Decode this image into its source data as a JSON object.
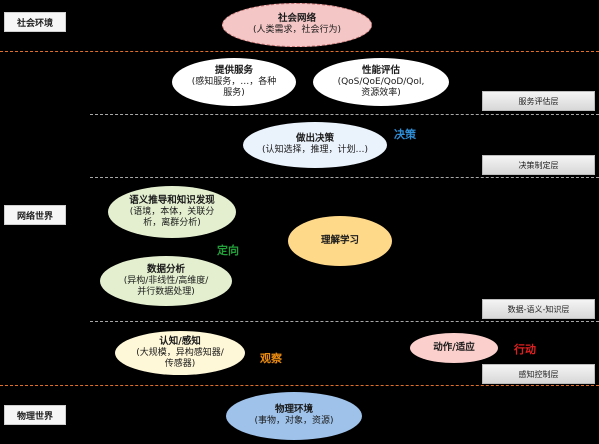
{
  "side_labels": {
    "social": "社会环境",
    "network": "网络世界",
    "physical": "物理世界"
  },
  "layer_labels": {
    "service_eval": "服务评估层",
    "decision": "决策制定层",
    "data_semantic": "数据-语义-知识层",
    "perception_control": "感知控制层"
  },
  "nodes": {
    "social_network": {
      "title": "社会网络",
      "sub": "(人类需求，社会行为)"
    },
    "provide_service": {
      "title": "提供服务",
      "sub": "(感知服务，…，各种\n服务)"
    },
    "performance_eval": {
      "title": "性能评估",
      "sub": "(QoS/QoE/QoD/QoI,\n资源效率)"
    },
    "decision_making": {
      "title": "做出决策",
      "sub": "(认知选择，推理，计划…)"
    },
    "semantic_reasoning": {
      "title": "语义推导和知识发现",
      "sub": "(语境，本体，关联分\n析，离群分析)"
    },
    "understanding_learning": {
      "title": "理解学习",
      "sub": ""
    },
    "data_analysis": {
      "title": "数据分析",
      "sub": "(异构/非线性/高维度/\n并行数据处理)"
    },
    "cognition_perception": {
      "title": "认知/感知",
      "sub": "(大规模，异构感知器/\n传感器)"
    },
    "action_adaptation": {
      "title": "动作/适应",
      "sub": ""
    },
    "physical_env": {
      "title": "物理环境",
      "sub": "(事物，对象，资源)"
    }
  },
  "tags": {
    "decision": "决策",
    "orientation": "定向",
    "observation": "观察",
    "action": "行动"
  },
  "colors": {
    "background": "#000000",
    "separator_orange": "#e2702d",
    "separator_grey": "#a8a8a8",
    "social_fill": "#f4c6c6",
    "white_fill": "#ffffff",
    "decision_fill": "#eaf2fb",
    "green_fill": "#e3efcf",
    "orange_fill": "#ffd98a",
    "cream_fill": "#fff8d8",
    "pink_fill": "#fbd0cc",
    "blue_fill": "#9ec2ea",
    "tag_blue": "#2f8fd8",
    "tag_green": "#22a03a",
    "tag_orange": "#e88a10",
    "tag_red": "#e02020"
  }
}
